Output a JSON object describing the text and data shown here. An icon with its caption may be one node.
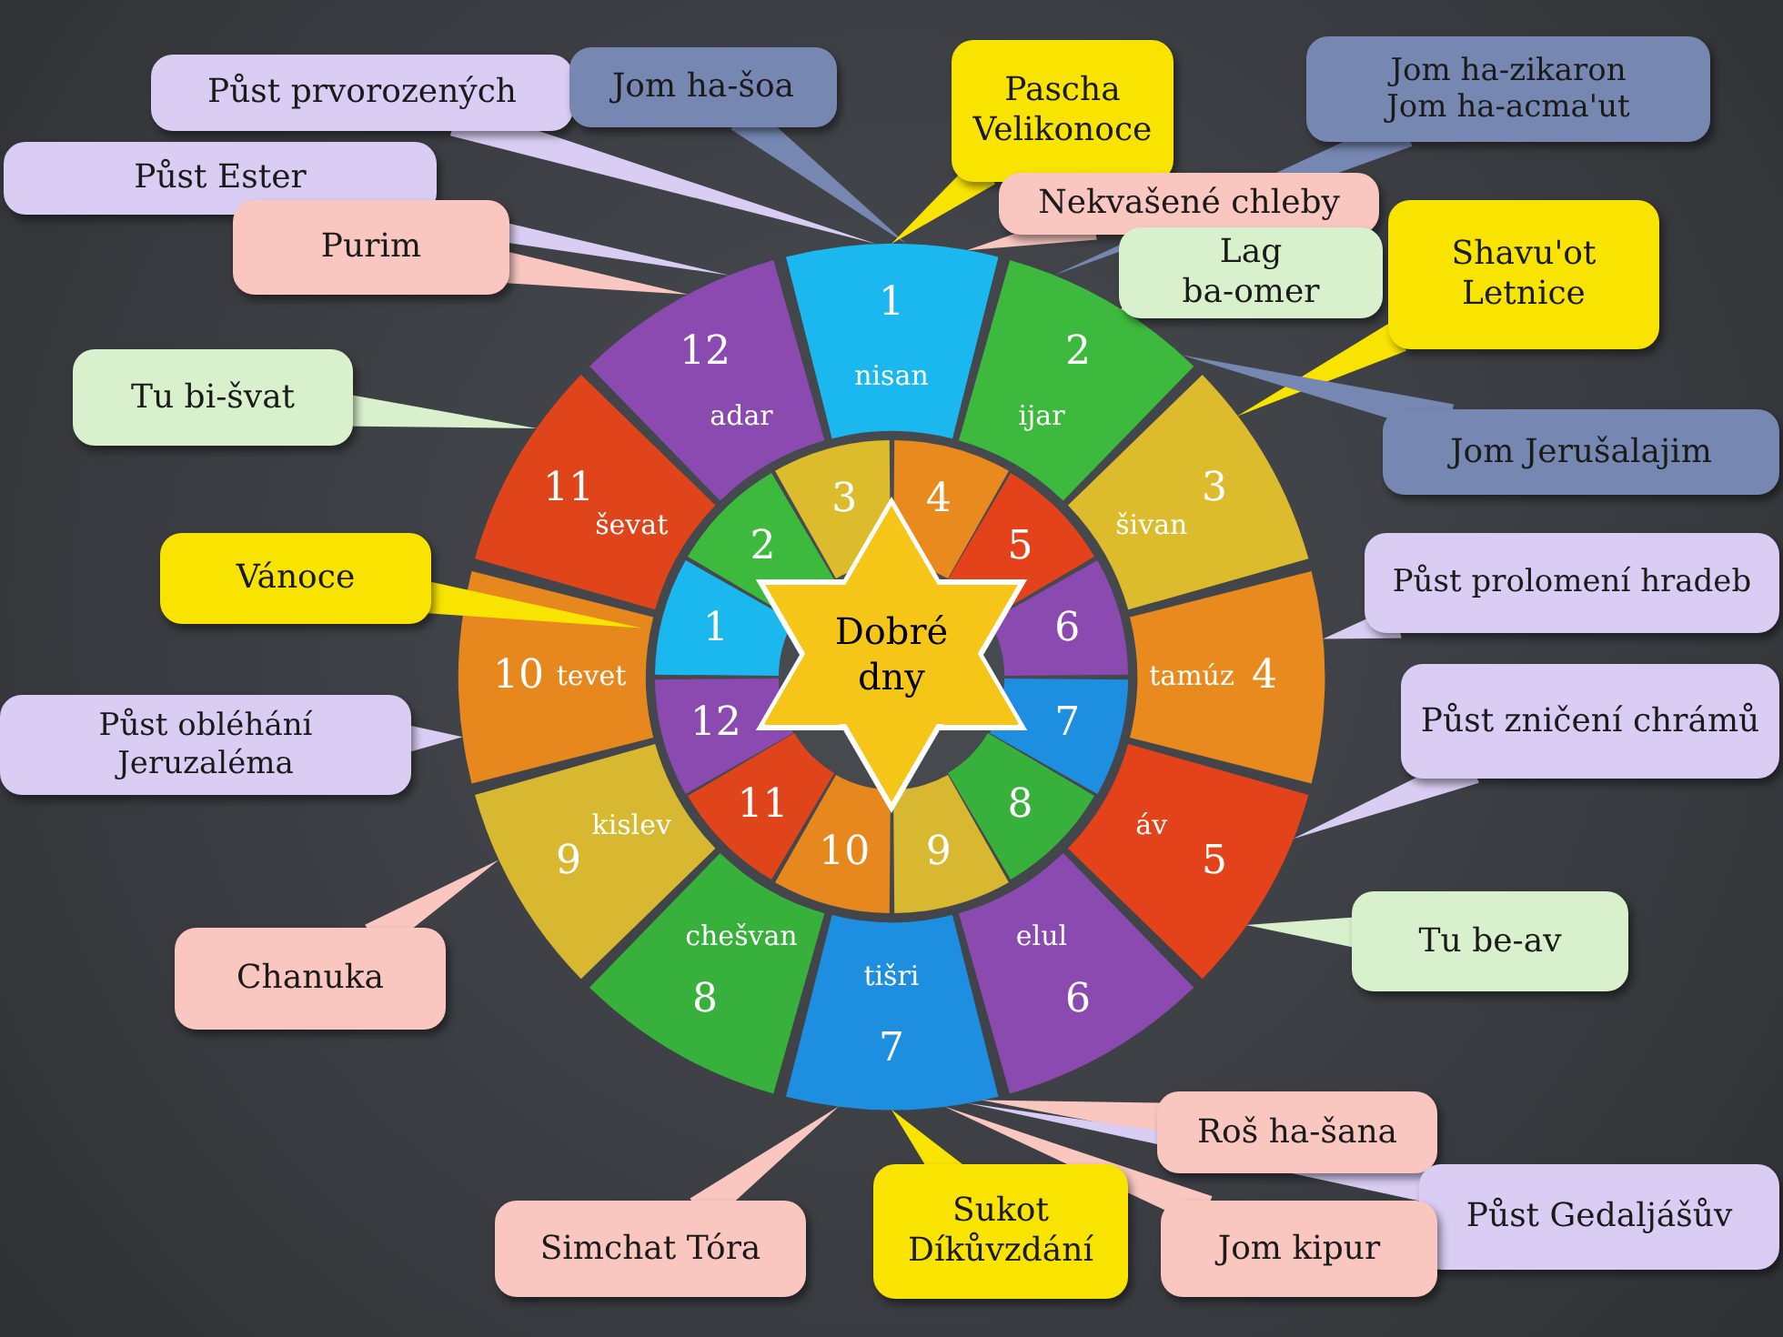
{
  "diagram": {
    "nodes": [
      {
        "text": [
          "Půst prvorozených"
        ]
      },
      {
        "text": [
          "Jom ha-šoa"
        ]
      },
      {
        "text": [
          "Pascha Velikonoce"
        ]
      },
      {
        "text": [
          "Jom ha-zikaron Jom ha-acma'ut"
        ]
      },
      {
        "text": [
          "Nekvašené chleby"
        ]
      },
      {
        "text": [
          "Půst Ester"
        ]
      },
      {
        "text": [
          "Purim"
        ]
      },
      {
        "text": [
          "Lag ba-omer"
        ]
      },
      {
        "text": [
          "Shavu'ot Letnice"
        ]
      },
      {
        "text": [
          "Jom Jerušalajim"
        ]
      },
      {
        "text": [
          "Tu bi-švat"
        ]
      },
      {
        "text": [
          "Vánoce"
        ]
      },
      {
        "text": [
          "Půst prolomení hradeb"
        ]
      },
      {
        "text": [
          "Půst obléhání Jeruzaléma"
        ]
      },
      {
        "text": [
          "Půst zničení chrámů"
        ]
      },
      {
        "text": [
          "Chanuka"
        ]
      },
      {
        "text": [
          "Tu be-av"
        ]
      },
      {
        "text": [
          "Roš ha-šana"
        ]
      },
      {
        "text": [
          "Půst Gedaljášův"
        ]
      },
      {
        "text": [
          "Sukot Díkůvzdání"
        ]
      },
      {
        "text": [
          "Jom kipur"
        ]
      },
      {
        "text": [
          "Simchat Tóra"
        ]
      },
      {
        "text": [
          "Dobré dny"
        ]
      },
      {
        "text": [
          "1",
          "nisan"
        ]
      },
      {
        "text": [
          "2",
          "ijar"
        ]
      },
      {
        "text": [
          "3",
          "šivan"
        ]
      },
      {
        "text": [
          "tamúz",
          "4"
        ]
      },
      {
        "text": [
          "áv",
          "5"
        ]
      },
      {
        "text": [
          "elul",
          "6"
        ]
      },
      {
        "text": [
          "tišri",
          "7"
        ]
      },
      {
        "text": [
          "chešvan",
          "8"
        ]
      },
      {
        "text": [
          "kislev",
          "9"
        ]
      },
      {
        "text": [
          "10",
          "tevet"
        ]
      },
      {
        "text": [
          "11",
          "ševat"
        ]
      },
      {
        "text": [
          "12",
          "adar"
        ]
      },
      {
        "text": [
          "1"
        ]
      },
      {
        "text": [
          "2"
        ]
      },
      {
        "text": [
          "3"
        ]
      },
      {
        "text": [
          "4"
        ]
      },
      {
        "text": [
          "5"
        ]
      },
      {
        "text": [
          "6"
        ]
      },
      {
        "text": [
          "7"
        ]
      },
      {
        "text": [
          "8"
        ]
      },
      {
        "text": [
          "9"
        ]
      },
      {
        "text": [
          "10"
        ]
      },
      {
        "text": [
          "11"
        ]
      },
      {
        "text": [
          "12"
        ]
      }
    ],
    "edges": [
      {
        "from": 0,
        "to": 23,
        "arrow": "none"
      },
      {
        "from": 1,
        "to": 23,
        "arrow": "none"
      },
      {
        "from": 2,
        "to": 23,
        "arrow": "none"
      },
      {
        "from": 3,
        "to": 24,
        "arrow": "none"
      },
      {
        "from": 4,
        "to": 23,
        "arrow": "none"
      },
      {
        "from": 5,
        "to": 34,
        "arrow": "none"
      },
      {
        "from": 6,
        "to": 34,
        "arrow": "none"
      },
      {
        "from": 7,
        "to": 24,
        "arrow": "none"
      },
      {
        "from": 8,
        "to": 25,
        "arrow": "none"
      },
      {
        "from": 9,
        "to": 24,
        "arrow": "none"
      },
      {
        "from": 10,
        "to": 33,
        "arrow": "none"
      },
      {
        "from": 11,
        "to": 32,
        "arrow": "none"
      },
      {
        "from": 12,
        "to": 26,
        "arrow": "none"
      },
      {
        "from": 13,
        "to": 32,
        "arrow": "none"
      },
      {
        "from": 14,
        "to": 27,
        "arrow": "none"
      },
      {
        "from": 15,
        "to": 31,
        "arrow": "none"
      },
      {
        "from": 16,
        "to": 27,
        "arrow": "none"
      },
      {
        "from": 17,
        "to": 29,
        "arrow": "none"
      },
      {
        "from": 18,
        "to": 29,
        "arrow": "none"
      },
      {
        "from": 19,
        "to": 29,
        "arrow": "none"
      },
      {
        "from": 20,
        "to": 29,
        "arrow": "none"
      },
      {
        "from": 21,
        "to": 29,
        "arrow": "none"
      }
    ]
  }
}
